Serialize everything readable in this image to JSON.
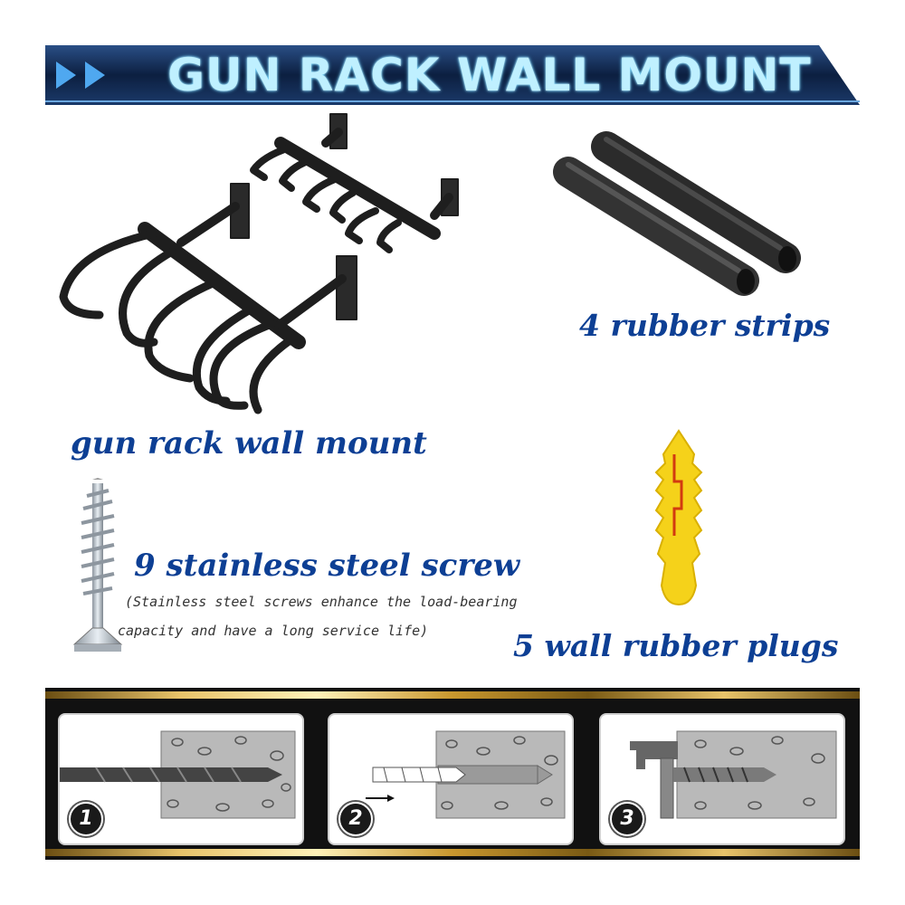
{
  "banner": {
    "title": "GUN RACK WALL MOUNT"
  },
  "items": {
    "rack_label": "gun rack wall mount",
    "strips_label": "4 rubber strips",
    "screw_label": "9 stainless steel screw",
    "screw_note_line1": "(Stainless steel screws enhance the load-bearing",
    "screw_note_line2": "capacity and have a long service life)",
    "plugs_label": "5 wall rubber plugs"
  },
  "steps": [
    "1",
    "2",
    "3"
  ],
  "colors": {
    "label_blue": "#0d3f94",
    "banner_dark": "#0b1e3e",
    "plug_yellow": "#f5d21a"
  }
}
